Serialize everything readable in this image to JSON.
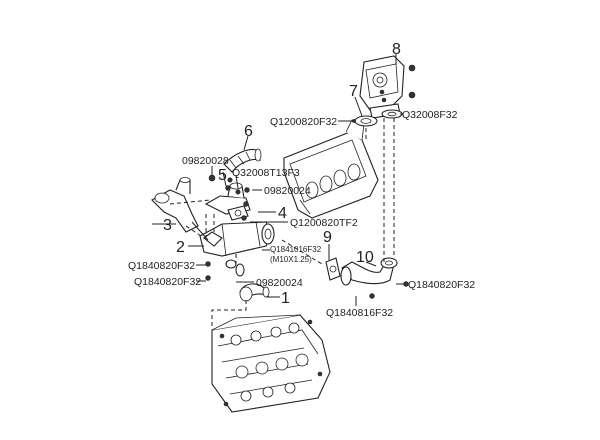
{
  "diagram": {
    "part_numbers": {
      "p1": "1",
      "p2": "2",
      "p3": "3",
      "p4": "4",
      "p5": "5",
      "p6": "6",
      "p7": "7",
      "p8": "8",
      "p9": "9",
      "p10": "10"
    },
    "codes": {
      "c_09820028": "09820028",
      "c_Q32008T13F3": "Q32008T13F3",
      "c_09820024_top": "09820024",
      "c_Q1200820TF2": "Q1200820TF2",
      "c_Q1841016F32": "Q1841016F32",
      "c_M10X1_25": "(M10X1.25)",
      "c_09820024_bottom": "09820024",
      "c_Q1840820F32_a": "Q1840820F32",
      "c_Q1840820F32_b": "Q1840820F32",
      "c_Q1200820F32": "Q1200820F32",
      "c_Q32008F32": "Q32008F32",
      "c_Q1840820F32_right": "Q1840820F32",
      "c_Q1840816F32": "Q1840816F32"
    }
  }
}
